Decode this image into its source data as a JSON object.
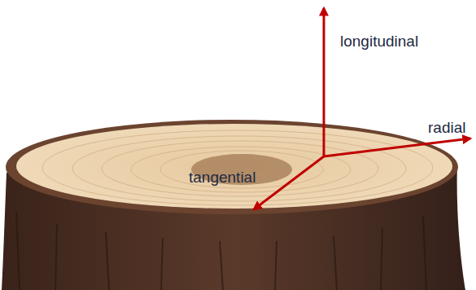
{
  "diagram": {
    "labels": [
      "longitudinal",
      "radial",
      "tangential"
    ]
  }
}
